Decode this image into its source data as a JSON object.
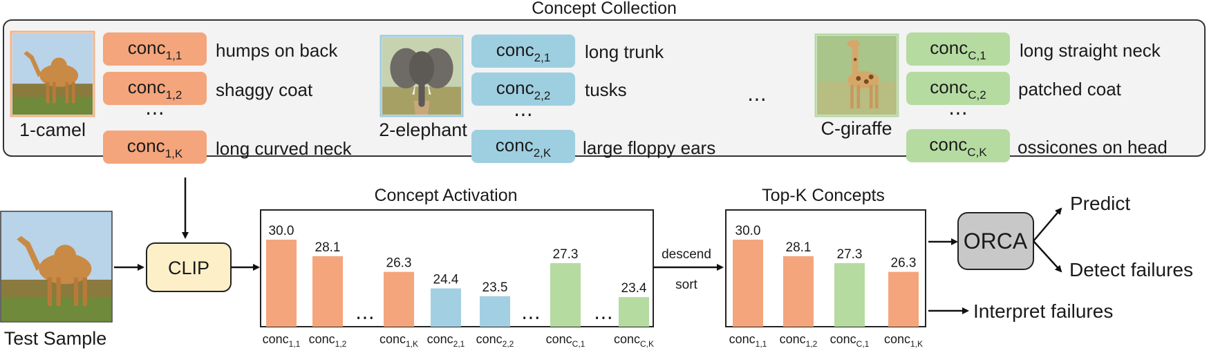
{
  "collection": {
    "title": "Concept Collection",
    "ellipsis": "⋯",
    "classes": [
      {
        "name": "1-camel",
        "icon": "camel-photo",
        "border": "#f0b48a",
        "fill": "#f4a57c",
        "concepts": [
          {
            "conc": "conc",
            "sub": "1,1",
            "desc": "humps on back"
          },
          {
            "conc": "conc",
            "sub": "1,2",
            "desc": "shaggy coat"
          },
          {
            "conc": "conc",
            "sub": "1,K",
            "desc": "long curved neck"
          }
        ]
      },
      {
        "name": "2-elephant",
        "icon": "elephant-photo",
        "border": "#9ecbe0",
        "fill": "#9ecfe0",
        "concepts": [
          {
            "conc": "conc",
            "sub": "2,1",
            "desc": "long trunk"
          },
          {
            "conc": "conc",
            "sub": "2,2",
            "desc": "tusks"
          },
          {
            "conc": "conc",
            "sub": "2,K",
            "desc": "large floppy ears"
          }
        ]
      },
      {
        "name": "C-giraffe",
        "icon": "giraffe-photo",
        "border": "#b6d9a4",
        "fill": "#b5dba1",
        "concepts": [
          {
            "conc": "conc",
            "sub": "C,1",
            "desc": "long straight neck"
          },
          {
            "conc": "conc",
            "sub": "C,2",
            "desc": "patched coat"
          },
          {
            "conc": "conc",
            "sub": "C,K",
            "desc": "ossicones on head"
          }
        ]
      }
    ]
  },
  "test_sample": {
    "label": "Test Sample",
    "icon": "camel-photo"
  },
  "clip": {
    "label": "CLIP",
    "fill": "#fdf0c8"
  },
  "descend": {
    "line1": "descend",
    "line2": "sort"
  },
  "orca": {
    "label": "ORCA",
    "fill": "#c8c8c8"
  },
  "outputs": {
    "predict": "Predict",
    "detect": "Detect failures",
    "interpret": "Interpret failures"
  },
  "colors": {
    "camel": "#f4a57c",
    "elephant": "#a3cfe2",
    "giraffe": "#b5dba1"
  },
  "chart_data": [
    {
      "type": "bar",
      "title": "Concept Activation",
      "ylim": [
        0,
        31
      ],
      "bars": [
        {
          "conc": "conc",
          "sub": "1,1",
          "value": 30.0,
          "label": "30.0",
          "color": "#f4a57c"
        },
        {
          "conc": "conc",
          "sub": "1,2",
          "value": 28.1,
          "label": "28.1",
          "color": "#f4a57c"
        },
        {
          "gap": true
        },
        {
          "conc": "conc",
          "sub": "1,K",
          "value": 26.3,
          "label": "26.3",
          "color": "#f4a57c"
        },
        {
          "conc": "conc",
          "sub": "2,1",
          "value": 24.4,
          "label": "24.4",
          "color": "#a3cfe2"
        },
        {
          "conc": "conc",
          "sub": "2,2",
          "value": 23.5,
          "label": "23.5",
          "color": "#a3cfe2"
        },
        {
          "gap": true
        },
        {
          "conc": "conc",
          "sub": "C,1",
          "value": 27.3,
          "label": "27.3",
          "color": "#b5dba1"
        },
        {
          "gap": true
        },
        {
          "conc": "conc",
          "sub": "C,K",
          "value": 23.4,
          "label": "23.4",
          "color": "#b5dba1"
        }
      ]
    },
    {
      "type": "bar",
      "title": "Top-K Concepts",
      "ylim": [
        0,
        31
      ],
      "bars": [
        {
          "conc": "conc",
          "sub": "1,1",
          "value": 30.0,
          "label": "30.0",
          "color": "#f4a57c"
        },
        {
          "conc": "conc",
          "sub": "1,2",
          "value": 28.1,
          "label": "28.1",
          "color": "#f4a57c"
        },
        {
          "conc": "conc",
          "sub": "C,1",
          "value": 27.3,
          "label": "27.3",
          "color": "#b5dba1"
        },
        {
          "conc": "conc",
          "sub": "1,K",
          "value": 26.3,
          "label": "26.3",
          "color": "#f4a57c"
        }
      ]
    }
  ]
}
